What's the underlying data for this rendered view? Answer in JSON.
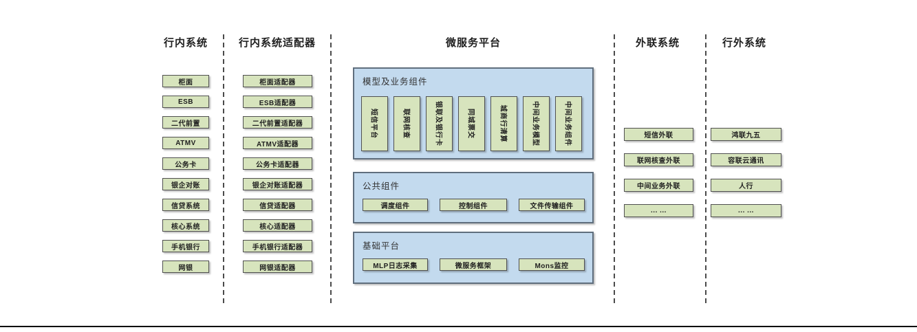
{
  "columns": {
    "internal": {
      "title": "行内系统",
      "items": [
        "柜面",
        "ESB",
        "二代前置",
        "ATMV",
        "公务卡",
        "银企对账",
        "信贷系统",
        "核心系统",
        "手机银行",
        "网银"
      ]
    },
    "adapters": {
      "title": "行内系统适配器",
      "items": [
        "柜面适配器",
        "ESB适配器",
        "二代前置适配器",
        "ATMV适配器",
        "公务卡适配器",
        "银企对账适配器",
        "信贷适配器",
        "核心适配器",
        "手机银行适配器",
        "网银适配器"
      ]
    },
    "platform": {
      "title": "微服务平台",
      "panels": [
        {
          "label": "模型及业务组件",
          "items": [
            "短信平台",
            "联网核查",
            "银联及银行卡",
            "同城票交",
            "城商行清算",
            "中间业务模型",
            "中间业务组件"
          ]
        },
        {
          "label": "公共组件",
          "items": [
            "调度组件",
            "控制组件",
            "文件传输组件"
          ]
        },
        {
          "label": "基础平台",
          "items": [
            "MLP日志采集",
            "微服务框架",
            "Mons监控"
          ]
        }
      ]
    },
    "outreach": {
      "title": "外联系统",
      "items": [
        "短信外联",
        "联网核查外联",
        "中间业务外联",
        "... ..."
      ]
    },
    "external": {
      "title": "行外系统",
      "items": [
        "鸿联九五",
        "容联云通讯",
        "人行",
        "... ..."
      ]
    }
  },
  "colors": {
    "box_fill": "#d7e4bd",
    "box_border": "#4f4f4f",
    "panel_fill": "#c3daee",
    "panel_border": "#5f6e7d",
    "divider": "#4a4a4a",
    "heading_text": "#1f1f1f",
    "bottom_rule": "#000000"
  }
}
